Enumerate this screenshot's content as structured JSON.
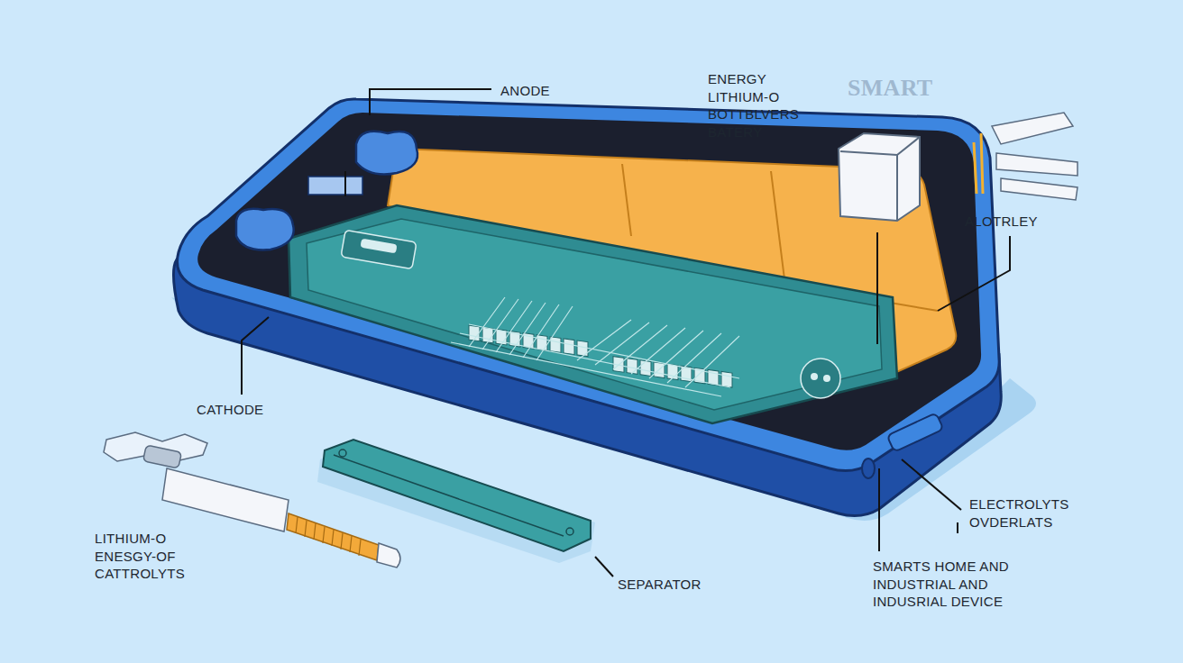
{
  "diagram": {
    "labels": [
      "ANODE",
      "ENERGY LITHIUM-O BOTTBLVERS BATERY",
      "SMART",
      "ALOTRLEY",
      "CATHODE",
      "ELECTROLYTS OVDERLATS",
      "LITHIUM-O ENESGY-OF CATTROLYTS",
      "SEPARATOR",
      "SMARTS HOME AND INDUSTRIAL AND INDUSRIAL DEVICE"
    ]
  }
}
